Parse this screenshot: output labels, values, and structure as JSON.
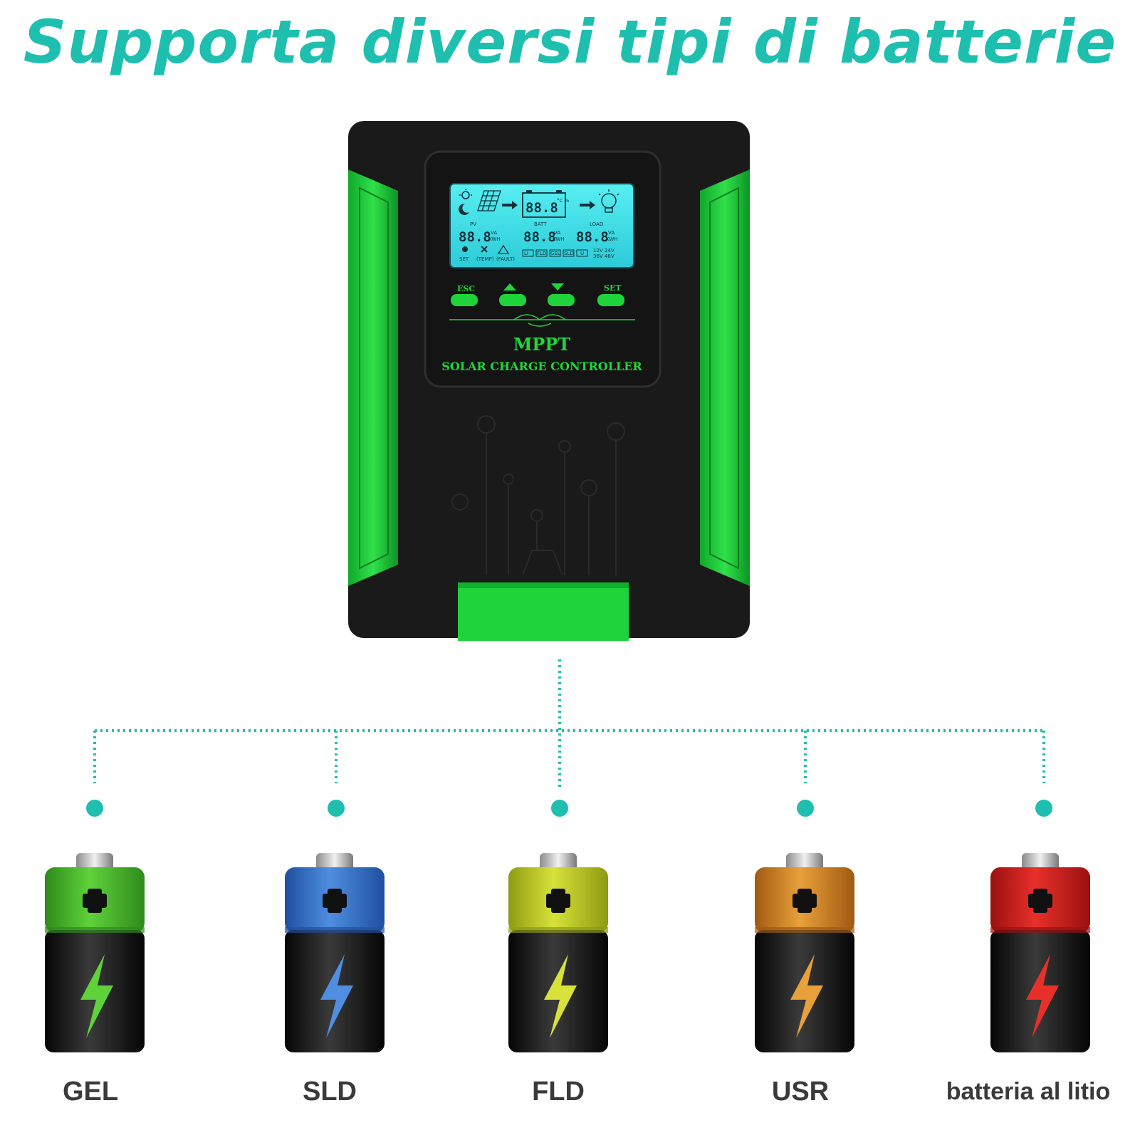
{
  "headline": "Supporta diversi tipi di batterie",
  "device": {
    "lcd": {
      "center_readout": "88.8",
      "unit_temp_pct": "°C %",
      "pv_label": "PV",
      "batt_label": "BATT",
      "load_label": "LOAD",
      "pv_value": "88.8",
      "batt_value": "88.8",
      "load_value": "88.8",
      "unit_va": "VA",
      "unit_kwh": "KWH",
      "indicator_set": "SET",
      "indicator_temp": "(TEMP)",
      "indicator_fault": "(FAULT)",
      "mode_1": "LI",
      "mode_2": "FLD",
      "mode_3": "GEL",
      "mode_4": "SLD",
      "mode_5": "U",
      "voltages_1": "12V 24V",
      "voltages_2": "36V 48V"
    },
    "buttons": {
      "esc": "ESC",
      "set": "SET"
    },
    "brand": "MPPT",
    "product": "SOLAR CHARGE CONTROLLER"
  },
  "batteries": [
    {
      "label": "GEL",
      "color": "#5fd23a",
      "color_dark": "#2f8a1c"
    },
    {
      "label": "SLD",
      "color": "#4f8ee0",
      "color_dark": "#1f4fa0"
    },
    {
      "label": "FLD",
      "color": "#d8e23a",
      "color_dark": "#8e9a12"
    },
    {
      "label": "USR",
      "color": "#e8a03a",
      "color_dark": "#a05a12"
    },
    {
      "label": "batteria al litio",
      "color": "#e8302a",
      "color_dark": "#9a1010"
    }
  ],
  "colors": {
    "accent": "#1fbfb0",
    "device_green": "#1fd43a",
    "device_black": "#1a1a1a",
    "lcd": "#3fe0e8"
  }
}
